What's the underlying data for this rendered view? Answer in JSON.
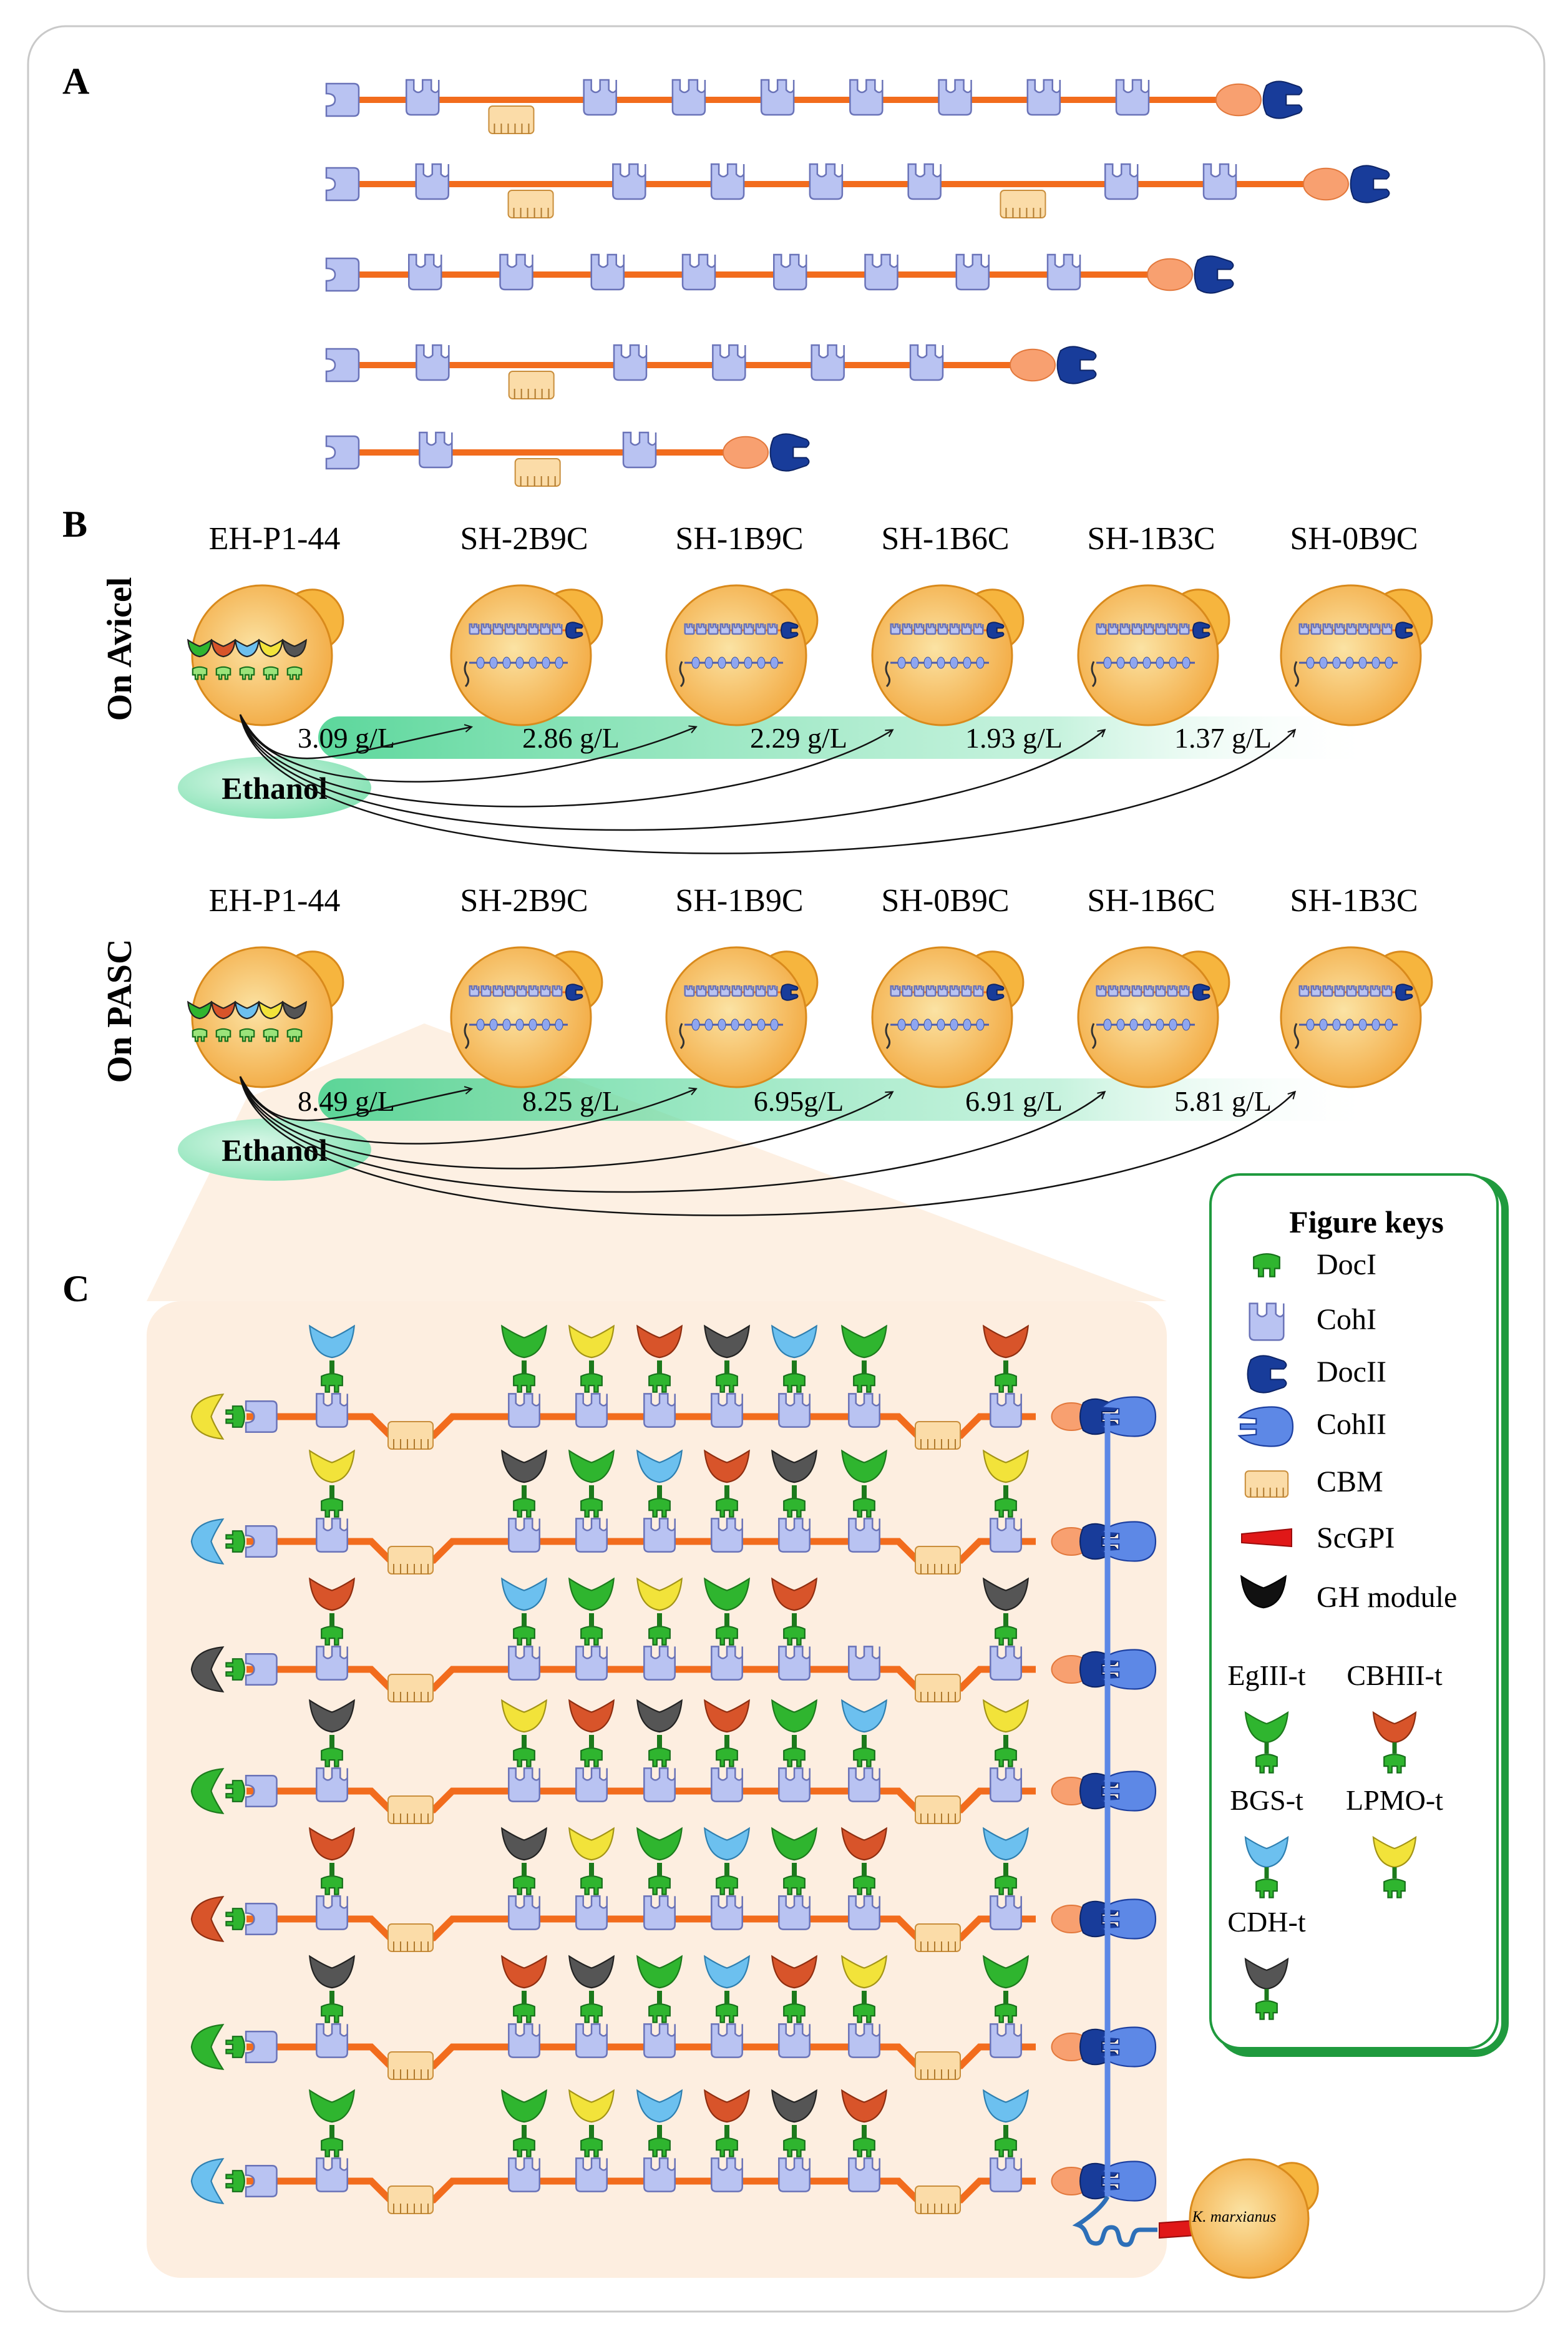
{
  "panels": {
    "a": {
      "label": "A"
    },
    "b": {
      "label": "B",
      "avicel": {
        "side_label": "On Avicel",
        "strains": [
          "EH-P1-44",
          "SH-2B9C",
          "SH-1B9C",
          "SH-1B6C",
          "SH-1B3C",
          "SH-0B9C"
        ],
        "titers": [
          "3.09 g/L",
          "2.86 g/L",
          "2.29 g/L",
          "1.93 g/L",
          "1.37 g/L"
        ],
        "product": "Ethanol"
      },
      "pasc": {
        "side_label": "On PASC",
        "strains": [
          "EH-P1-44",
          "SH-2B9C",
          "SH-1B9C",
          "SH-0B9C",
          "SH-1B6C",
          "SH-1B3C"
        ],
        "titers": [
          "8.49 g/L",
          "8.25 g/L",
          "6.95g/L",
          "6.91 g/L",
          "5.81 g/L"
        ],
        "product": "Ethanol"
      }
    },
    "c": {
      "label": "C",
      "host": "K. marxianus"
    }
  },
  "keys": {
    "title": "Figure keys",
    "items": [
      {
        "icon": "doci-icon",
        "label": "DocI"
      },
      {
        "icon": "cohi-icon",
        "label": "CohI"
      },
      {
        "icon": "docii-icon",
        "label": "DocII"
      },
      {
        "icon": "cohii-icon",
        "label": "CohII"
      },
      {
        "icon": "cbm-icon",
        "label": "CBM"
      },
      {
        "icon": "scgpi-icon",
        "label": "ScGPI"
      },
      {
        "icon": "gh-module-icon",
        "label": "GH module"
      }
    ],
    "enzymes": [
      {
        "label": "EgIII-t",
        "color": "#2fb52f"
      },
      {
        "label": "CBHII-t",
        "color": "#d8542a"
      },
      {
        "label": "BGS-t",
        "color": "#6cc0ef"
      },
      {
        "label": "LPMO-t",
        "color": "#f2e33a"
      },
      {
        "label": "CDH-t",
        "color": "#555555"
      }
    ]
  },
  "colors": {
    "scaffold": "#f26c1d",
    "cohesin_fill": "#b9c3f2",
    "cohesin_stroke": "#6a73b8",
    "cbm_fill": "#fbdca8",
    "dockerin2": "#183c9a",
    "cohesin2": "#5d88e6",
    "cell": "#f7b338",
    "green_band": "#3fd08a",
    "panel_c_bg": "#fdeee0",
    "keys_border": "#1f9a3e"
  },
  "layouts": {
    "panel_a_scaffolds": [
      "C-C-B-C-C-C-C-C-C-C",
      "C-C-B-C-C-C-C-B-C-C",
      "C-C-C-C-C-C-C-C-C",
      "C-C-B-C-C-C-C",
      "C-C-B-C"
    ],
    "panel_c_rows": [
      [
        "L",
        "BGS",
        "CBM",
        "EgIII",
        "LPMO",
        "CBHII",
        "CDH",
        "BGS",
        "CBM",
        "EgIII",
        "CBHII"
      ],
      [
        "B",
        "LPMO",
        "CBM",
        "CDH",
        "EgIII",
        "BGS",
        "CBHII",
        "CDH",
        "CBM",
        "EgIII",
        "LPMO"
      ],
      [
        "D",
        "CBHII",
        "CBM",
        "BGS",
        "EgIII",
        "LPMO",
        "EgIII",
        "CBHII",
        "CBM",
        "-",
        "CDH"
      ],
      [
        "E",
        "CDH",
        "CBM",
        "LPMO",
        "CBHII",
        "CDH",
        "CBHII",
        "EgIII",
        "CBM",
        "BGS",
        "LPMO"
      ],
      [
        "C",
        "CBHII",
        "CBM",
        "CDH",
        "LPMO",
        "EgIII",
        "BGS",
        "EgIII",
        "CBM",
        "CBHII",
        "BGS"
      ],
      [
        "E",
        "CDH",
        "CBM",
        "CBHII",
        "CDH",
        "EgIII",
        "BGS",
        "CBHII",
        "CBM",
        "LPMO",
        "EgIII"
      ],
      [
        "B",
        "EgIII",
        "CBM",
        "EgIII",
        "LPMO",
        "BGS",
        "CBHII",
        "CDH",
        "CBM",
        "CBHII",
        "BGS"
      ]
    ]
  }
}
